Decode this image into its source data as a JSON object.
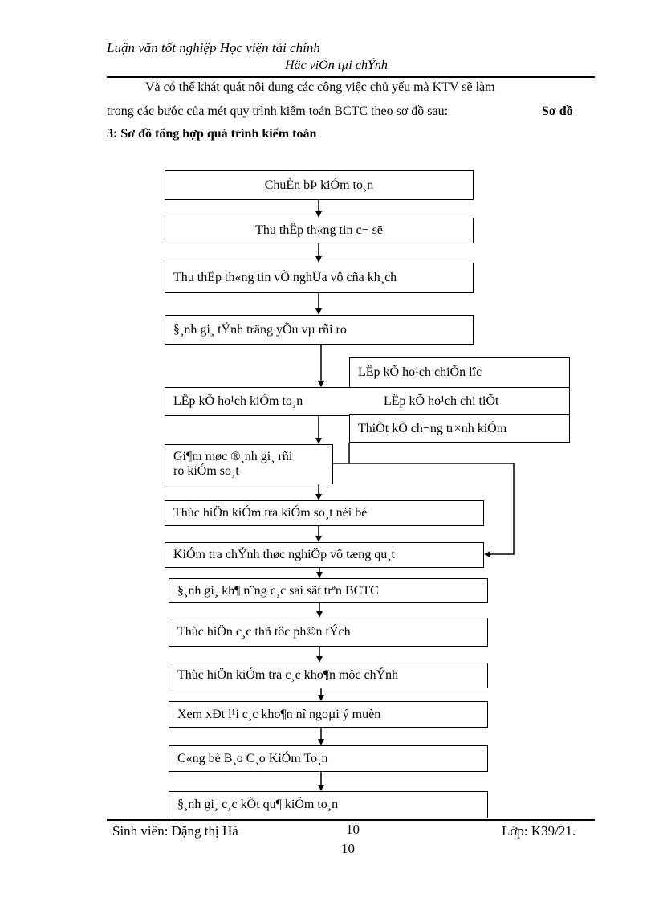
{
  "header": {
    "line1": "Luận văn tốt nghiệp Học viện tài chính",
    "line2": "Häc viÖn tµi chÝnh"
  },
  "intro": {
    "line1": "Và có thể khát quát nội dung các công việc chủ yếu mà KTV sẽ làm",
    "line2": "trong các bước của mét quy trình kiểm toán BCTC theo sơ đồ sau:",
    "caption_a": "Sơ đồ",
    "caption_b": "3: Sơ đồ tổng hợp quá trình kiểm toán"
  },
  "flow": {
    "steps": [
      "ChuÈn bÞ kiÓm to¸n",
      "Thu thËp th«ng tin c¬ së",
      "Thu thËp th«ng tin vÒ nghÜa vô cña kh¸ch",
      "§¸nh gi¸ tÝnh träng yÕu vµ rñi ro",
      "LËp kÕ ho¹ch kiÓm to¸n",
      "Gi¶m møc ®¸nh gi¸ rñi ro kiÓm so¸t",
      "Thùc hiÖn kiÓm tra kiÓm so¸t néi bé",
      "KiÓm tra chÝnh thøc nghiÖp vô tæng qu¸t",
      "§¸nh gi¸ kh¶ n¨ng c¸c sai sãt trªn BCTC",
      "Thùc hiÖn c¸c thñ tôc ph©n tÝch",
      "Thùc hiÖn kiÓm tra c¸c kho¶n môc chÝnh",
      "Xem xÐt l¹i c¸c kho¶n nî ngoµi ý muèn",
      "C«ng bè B¸o C¸o KiÓm To¸n",
      "§¸nh gi¸ c¸c kÕt qu¶ kiÓm to¸n"
    ],
    "step6_line1": "Gi¶m møc ®¸nh gi¸ rñi",
    "step6_line2": "ro kiÓm so¸t",
    "plan_side": [
      "LËp kÕ ho¹ch chiÕn l­îc",
      "LËp kÕ ho¹ch chi tiÕt",
      "ThiÕt kÕ ch­¬ng tr×nh kiÓm"
    ]
  },
  "footer": {
    "student": "Sinh viên: Đặng thị Hà",
    "page": "10",
    "class": "Lớp: K39/21.",
    "page_dup": "10"
  }
}
